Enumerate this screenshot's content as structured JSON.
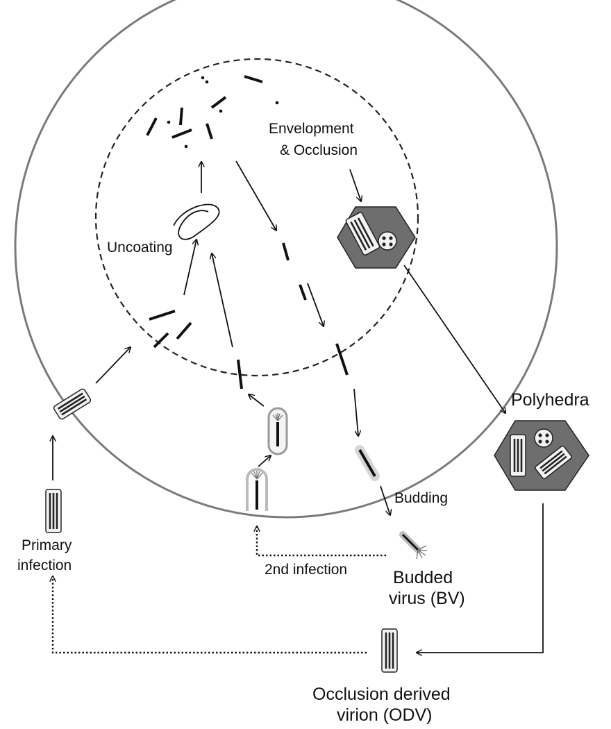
{
  "labels": {
    "envelopment_line1": "Envelopment",
    "envelopment_line2": "& Occlusion",
    "uncoating": "Uncoating",
    "polyhedra": "Polyhedra",
    "budding": "Budding",
    "primary_infection_line1": "Primary",
    "primary_infection_line2": "infection",
    "second_infection": "2nd infection",
    "budded_virus_line1": "Budded",
    "budded_virus_line2": "virus (BV)",
    "odv_line1": "Occlusion derived",
    "odv_line2": "virion (ODV)"
  },
  "colors": {
    "background": "#ffffff",
    "cell_membrane": "#7a7a7a",
    "nuclear_envelope": "#222222",
    "polyhedra_fill": "#6e6e6e",
    "virion_body": "#222222",
    "virion_envelope": "#d6d6d6",
    "arrow": "#111111"
  }
}
